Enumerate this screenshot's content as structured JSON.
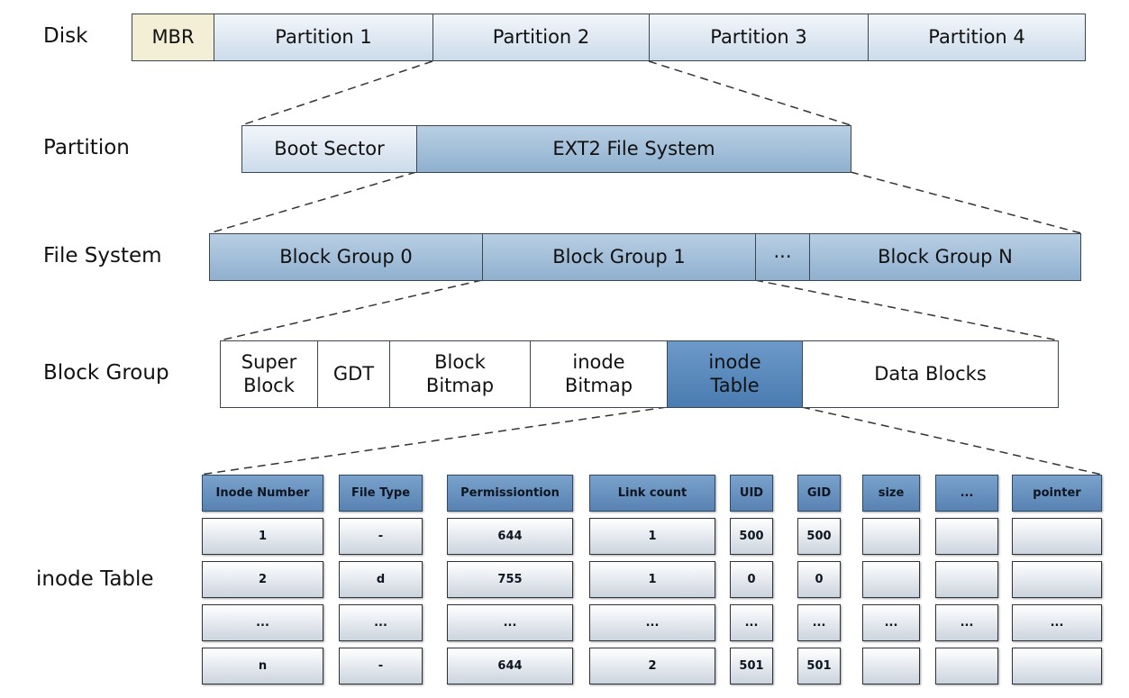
{
  "levels": {
    "disk": "Disk",
    "partition": "Partition",
    "file_system": "File System",
    "block_group": "Block Group",
    "inode_table": "inode Table"
  },
  "disk_row": [
    "MBR",
    "Partition 1",
    "Partition 2",
    "Partition 3",
    "Partition 4"
  ],
  "partition_row": [
    "Boot Sector",
    "EXT2 File System"
  ],
  "fs_row": [
    "Block Group 0",
    "Block Group 1",
    "···",
    "Block Group N"
  ],
  "bg_row": [
    "Super\nBlock",
    "GDT",
    "Block\nBitmap",
    "inode\nBitmap",
    "inode\nTable",
    "Data Blocks"
  ],
  "table": {
    "headers": [
      "Inode Number",
      "File Type",
      "Permissiontion",
      "Link count",
      "UID",
      "GID",
      "size",
      "...",
      "pointer"
    ],
    "rows": [
      [
        "1",
        "-",
        "644",
        "1",
        "500",
        "500",
        "",
        "",
        ""
      ],
      [
        "2",
        "d",
        "755",
        "1",
        "0",
        "0",
        "",
        "",
        ""
      ],
      [
        "...",
        "...",
        "...",
        "...",
        "...",
        "...",
        "...",
        "...",
        "..."
      ],
      [
        "n",
        "-",
        "644",
        "2",
        "501",
        "501",
        "",
        "",
        ""
      ]
    ]
  }
}
